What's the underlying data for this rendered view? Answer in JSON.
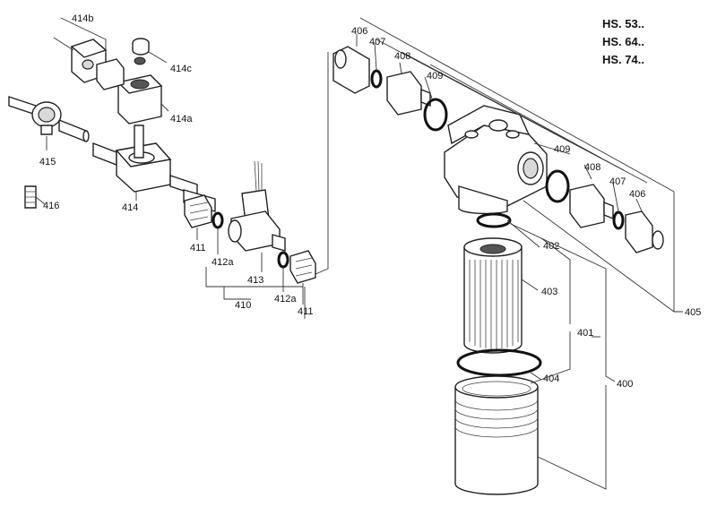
{
  "models": [
    "HS. 53..",
    "HS. 64..",
    "HS. 74.."
  ],
  "labels": {
    "p400": "400",
    "p401": "401",
    "p402": "402",
    "p403": "403",
    "p404": "404",
    "p405": "405",
    "p406a": "406",
    "p406b": "406",
    "p407a": "407",
    "p407b": "407",
    "p408a": "408",
    "p408b": "408",
    "p409a": "409",
    "p409b": "409",
    "p410": "410",
    "p411a": "411",
    "p411b": "411",
    "p412a_1": "412a",
    "p412a_2": "412a",
    "p413": "413",
    "p414": "414",
    "p414a": "414a",
    "p414b": "414b",
    "p414c": "414c",
    "p415": "415",
    "p416": "416"
  }
}
